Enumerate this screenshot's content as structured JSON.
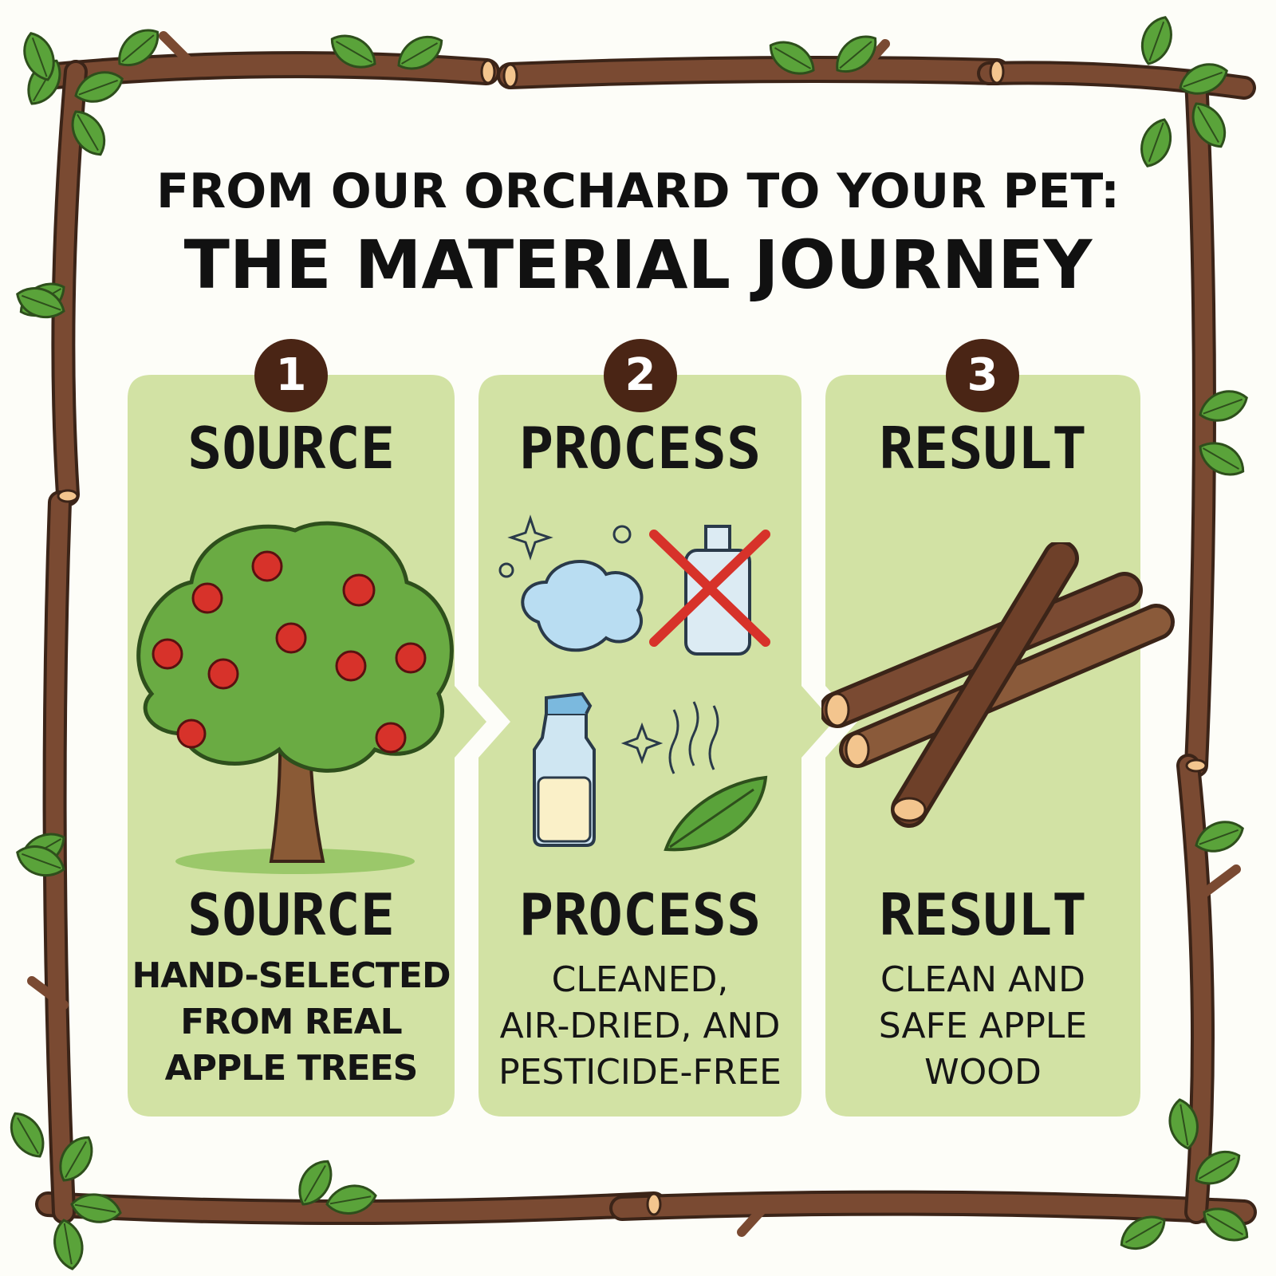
{
  "title": {
    "line1": "FROM OUR ORCHARD TO YOUR PET:",
    "line2": "THE MATERIAL JOURNEY"
  },
  "steps": [
    {
      "number": "1",
      "heading": "SOURCE",
      "subheading": "SOURCE",
      "description_lines": [
        "HAND-SELECTED",
        "FROM REAL",
        "APPLE TREES"
      ],
      "illustration": "apple-tree-icon"
    },
    {
      "number": "2",
      "heading": "PROCESS",
      "subheading": "PROCESS",
      "description_lines": [
        "CLEANED,",
        "AIR-DRIED, AND",
        "PESTICIDE-FREE"
      ],
      "illustration": [
        "soap-foam-icon",
        "no-chemicals-icon",
        "spray-bottle-icon",
        "air-dry-icon",
        "leaf-icon"
      ]
    },
    {
      "number": "3",
      "heading": "RESULT",
      "subheading": "RESULT",
      "description_lines": [
        "CLEAN AND",
        "SAFE APPLE",
        "WOOD"
      ],
      "illustration": "apple-wood-sticks-icon"
    }
  ],
  "colors": {
    "panel": "#d2e2a4",
    "badge": "#4a2515",
    "branch": "#7a4a32",
    "leaf": "#5aa33a",
    "background": "#fdfdf8"
  }
}
